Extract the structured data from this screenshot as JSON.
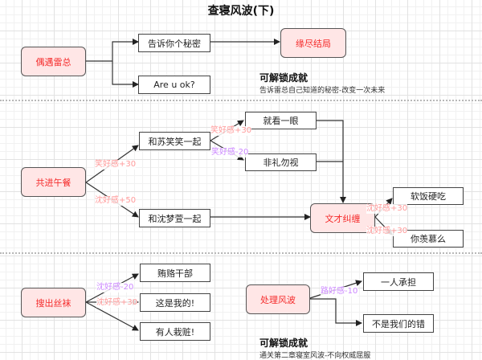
{
  "title": "查寝风波(下)",
  "colors": {
    "event_text": "#f52a2a",
    "event_fill": "#ffe6e6",
    "positive_label": "#ff9a9a",
    "negative_label": "#cc88ff"
  },
  "sections": [
    {
      "event": "偶遇雷总",
      "choices": [
        "告诉你个秘密",
        "Are u ok?"
      ],
      "ending": "缘尽结局",
      "achievement": {
        "title": "可解锁成就",
        "desc": "告诉雷总自己知道的秘密-改变一次未来"
      }
    },
    {
      "event": "共进午餐",
      "choices": [
        "和苏笑笑一起",
        "和沈梦萱一起"
      ],
      "choice_labels": [
        "笑好感+30",
        "沈好感+50"
      ],
      "sub_choices": [
        "就看一眼",
        "非礼勿视"
      ],
      "sub_labels": [
        "笑好感+30",
        "笑好感-20"
      ],
      "merge_event": "文才纠缠",
      "merge_choices": [
        "软饭硬吃",
        "你羡慕么"
      ],
      "merge_labels": [
        "沈好感+30",
        "沈好感+30"
      ]
    },
    {
      "event": "搜出丝袜",
      "choices": [
        "贿赂干部",
        "这是我的!",
        "有人栽赃!"
      ],
      "choice_labels": [
        "沈好感-20",
        "沈好感+30"
      ],
      "event2": "处理风波",
      "event2_choices": [
        "一人承担",
        "不是我们的错"
      ],
      "event2_labels": [
        "路好感-10"
      ],
      "achievement": {
        "title": "可解锁成就",
        "desc": "通关第二章寝室风波-不向权威屈服"
      }
    }
  ]
}
